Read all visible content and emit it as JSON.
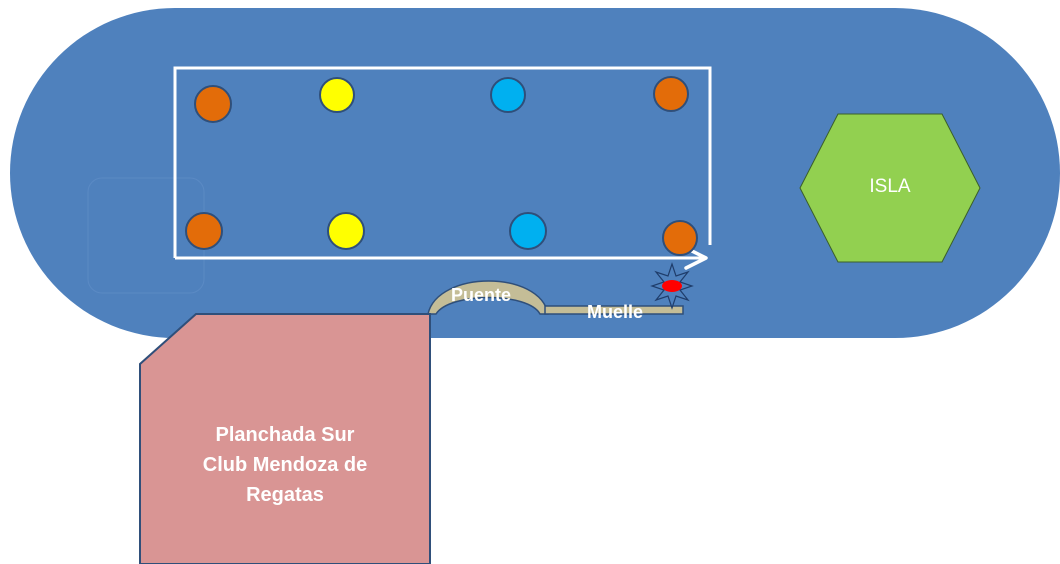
{
  "colors": {
    "water": "#4f81bd",
    "island": "#92d050",
    "land": "#d99594",
    "bridge": "#c4bd97",
    "buoy_orange": "#e36c09",
    "buoy_yellow": "#ffff00",
    "buoy_blue": "#00b0f0",
    "marker_red": "#ff0000",
    "course_line": "#ffffff"
  },
  "labels": {
    "island": "ISLA",
    "bridge": "Puente",
    "pier": "Muelle",
    "planchada_line1": "Planchada Sur",
    "planchada_line2": "Club Mendoza de",
    "planchada_line3": "Regatas"
  },
  "buoys": [
    {
      "id": "buoy-top-1",
      "color": "orange"
    },
    {
      "id": "buoy-top-2",
      "color": "yellow"
    },
    {
      "id": "buoy-top-3",
      "color": "blue"
    },
    {
      "id": "buoy-top-4",
      "color": "orange"
    },
    {
      "id": "buoy-bottom-1",
      "color": "orange"
    },
    {
      "id": "buoy-bottom-2",
      "color": "yellow"
    },
    {
      "id": "buoy-bottom-3",
      "color": "blue"
    },
    {
      "id": "buoy-bottom-4",
      "color": "orange"
    }
  ],
  "icons": {
    "start_marker": "red-star-icon",
    "course_arrow": "arrow-right-icon"
  }
}
